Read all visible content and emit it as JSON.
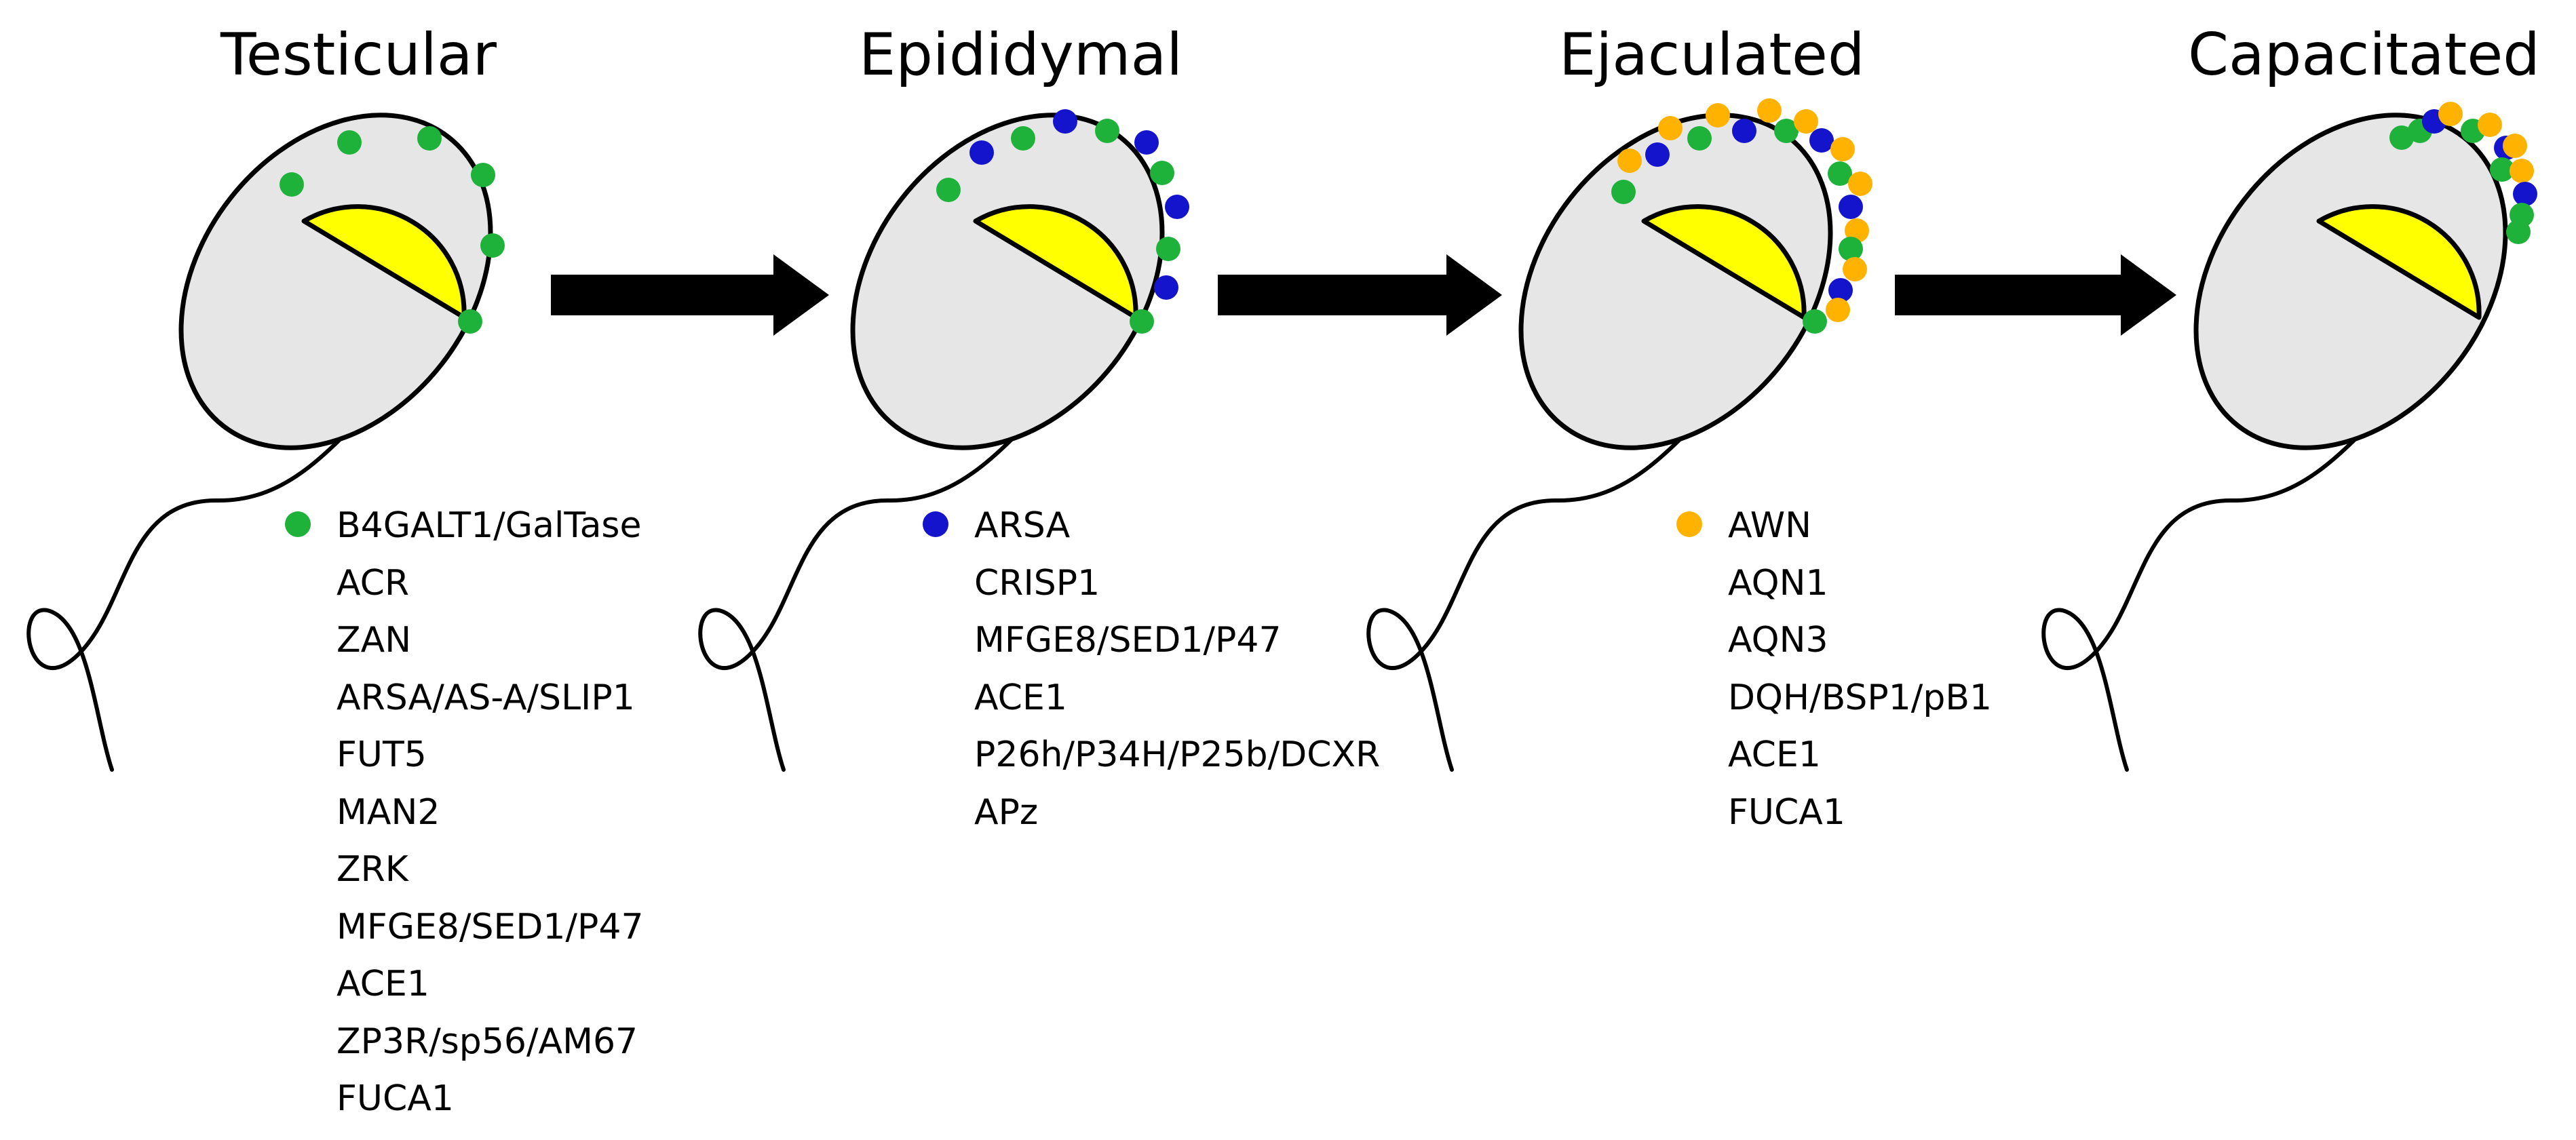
{
  "colors": {
    "cell_fill": "#e6e6e6",
    "outline": "#000000",
    "nucleus_fill": "#ffff00",
    "arrow": "#000000",
    "green": "#1fb23a",
    "blue": "#1414cc",
    "orange": "#ffb300"
  },
  "stages": [
    {
      "title": "Testicular",
      "marker_color": "green",
      "proteins": [
        "B4GALT1/GalTase",
        "ACR",
        "ZAN",
        "ARSA/AS-A/SLIP1",
        "FUT5",
        "MAN2",
        "ZRK",
        "MFGE8/SED1/P47",
        "ACE1",
        "ZP3R/sp56/AM67",
        "FUCA1"
      ]
    },
    {
      "title": "Epididymal",
      "marker_color": "blue",
      "proteins": [
        "ARSA",
        "CRISP1",
        "MFGE8/SED1/P47",
        "ACE1",
        "P26h/P34H/P25b/DCXR",
        "APz"
      ]
    },
    {
      "title": "Ejaculated",
      "marker_color": "orange",
      "proteins": [
        "AWN",
        "AQN1",
        "AQN3",
        "DQH/BSP1/pB1",
        "ACE1",
        "FUCA1"
      ]
    },
    {
      "title": "Capacitated",
      "marker_color": "",
      "proteins": []
    }
  ]
}
